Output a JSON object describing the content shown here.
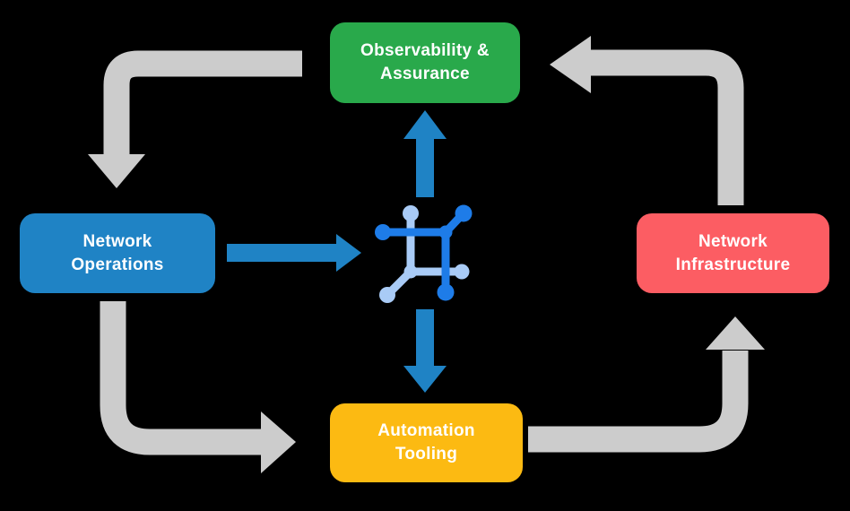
{
  "diagram": {
    "background_color": "#000000",
    "text_color": "#ffffff",
    "nodes": {
      "observability": {
        "label": "Observability & Assurance",
        "lines": [
          "Observability &",
          "Assurance"
        ],
        "color": "#29a94b"
      },
      "operations": {
        "label": "Network Operations",
        "lines": [
          "Network",
          "Operations"
        ],
        "color": "#1f83c5"
      },
      "infrastructure": {
        "label": "Network Infrastructure",
        "lines": [
          "Network",
          "Infrastructure"
        ],
        "color": "#fc5d63"
      },
      "automation": {
        "label": "Automation Tooling",
        "lines": [
          "Automation",
          "Tooling"
        ],
        "color": "#fcba12"
      }
    },
    "center_icon": {
      "name": "network-platform-icon",
      "dark_blue": "#1e7ce8",
      "light_blue": "#a9cbf6"
    },
    "arrows": {
      "gray_color": "#cccccc",
      "blue_color": "#1f83c5",
      "flows": [
        {
          "from": "Observability & Assurance",
          "to": "Network Operations",
          "color": "gray"
        },
        {
          "from": "Network Operations",
          "to": "Automation Tooling",
          "color": "gray"
        },
        {
          "from": "Automation Tooling",
          "to": "Network Infrastructure",
          "color": "gray"
        },
        {
          "from": "Network Infrastructure",
          "to": "Observability & Assurance",
          "color": "gray"
        },
        {
          "from": "Network Operations",
          "to": "center-icon",
          "color": "blue"
        },
        {
          "from": "center-icon",
          "to": "Observability & Assurance",
          "color": "blue"
        },
        {
          "from": "center-icon",
          "to": "Automation Tooling",
          "color": "blue"
        }
      ]
    }
  }
}
